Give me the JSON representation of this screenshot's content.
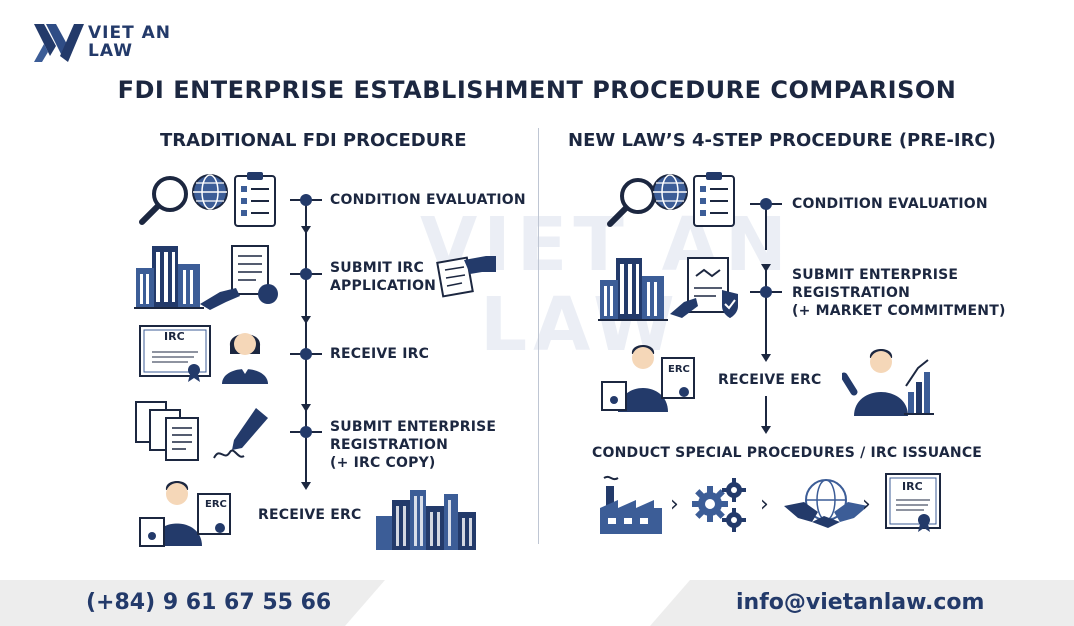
{
  "brand": {
    "name_line1": "VIET AN",
    "name_line2": "LAW"
  },
  "watermark": {
    "line1": "VIET AN",
    "line2": "LAW"
  },
  "title": "FDI ENTERPRISE ESTABLISHMENT PROCEDURE COMPARISON",
  "left": {
    "heading": "TRADITIONAL FDI PROCEDURE",
    "steps": [
      {
        "lines": [
          "CONDITION EVALUATION"
        ]
      },
      {
        "lines": [
          "SUBMIT IRC",
          "APPLICATION"
        ]
      },
      {
        "lines": [
          "RECEIVE IRC"
        ]
      },
      {
        "lines": [
          "SUBMIT ENTERPRISE",
          "REGISTRATION",
          "(+ IRC COPY)"
        ]
      },
      {
        "lines": [
          "RECEIVE ERC"
        ]
      }
    ],
    "cert_irc": "IRC",
    "cert_erc": "ERC"
  },
  "right": {
    "heading": "NEW LAW’S 4-STEP PROCEDURE (PRE-IRC)",
    "steps": [
      {
        "lines": [
          "CONDITION EVALUATION"
        ]
      },
      {
        "lines": [
          "SUBMIT ENTERPRISE",
          "REGISTRATION",
          "(+ MARKET COMMITMENT)"
        ]
      },
      {
        "lines": [
          "RECEIVE ERC"
        ]
      },
      {
        "lines": [
          "CONDUCT SPECIAL PROCEDURES / IRC ISSUANCE"
        ]
      }
    ],
    "cert_erc": "ERC",
    "cert_irc": "IRC"
  },
  "footer": {
    "phone": "(+84) 9 61 67 55 66",
    "email": "info@vietanlaw.com"
  },
  "colors": {
    "navy": "#1c2740",
    "blue": "#233a6a",
    "accent": "#3c5d97",
    "footer_band": "#ededed"
  }
}
